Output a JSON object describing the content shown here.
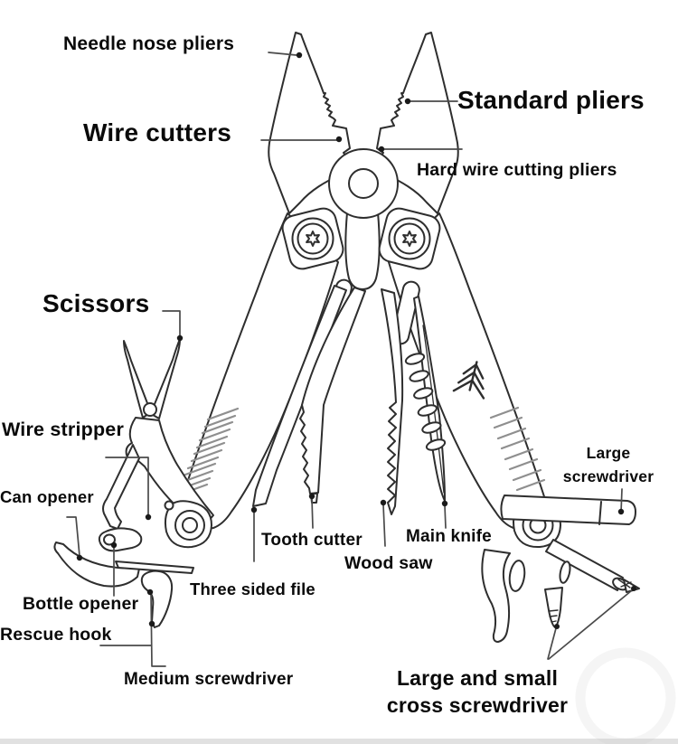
{
  "diagram": {
    "subject": "multi-tool pliers labeled parts diagram",
    "labels": {
      "needle_nose_pliers": "Needle nose pliers",
      "standard_pliers": "Standard pliers",
      "wire_cutters": "Wire cutters",
      "hard_wire_cutting_pliers": "Hard wire cutting pliers",
      "scissors": "Scissors",
      "wire_stripper": "Wire stripper",
      "can_opener": "Can opener",
      "bottle_opener": "Bottle opener",
      "rescue_hook": "Rescue hook",
      "medium_screwdriver": "Medium screwdriver",
      "three_sided_file": "Three sided file",
      "tooth_cutter": "Tooth cutter",
      "wood_saw": "Wood saw",
      "main_knife": "Main knife",
      "large_screwdriver_line1": "Large",
      "large_screwdriver_line2": "screwdriver",
      "cross_screwdriver_line1": "Large and small",
      "cross_screwdriver_line2": "cross screwdriver"
    },
    "colors": {
      "background": "#ffffff",
      "outline": "#2e2e2e",
      "leader_line": "#4a4a4a",
      "label_text": "#0a0a0a",
      "hatch": "#8f8f8f",
      "watermark": "#ededed"
    }
  }
}
